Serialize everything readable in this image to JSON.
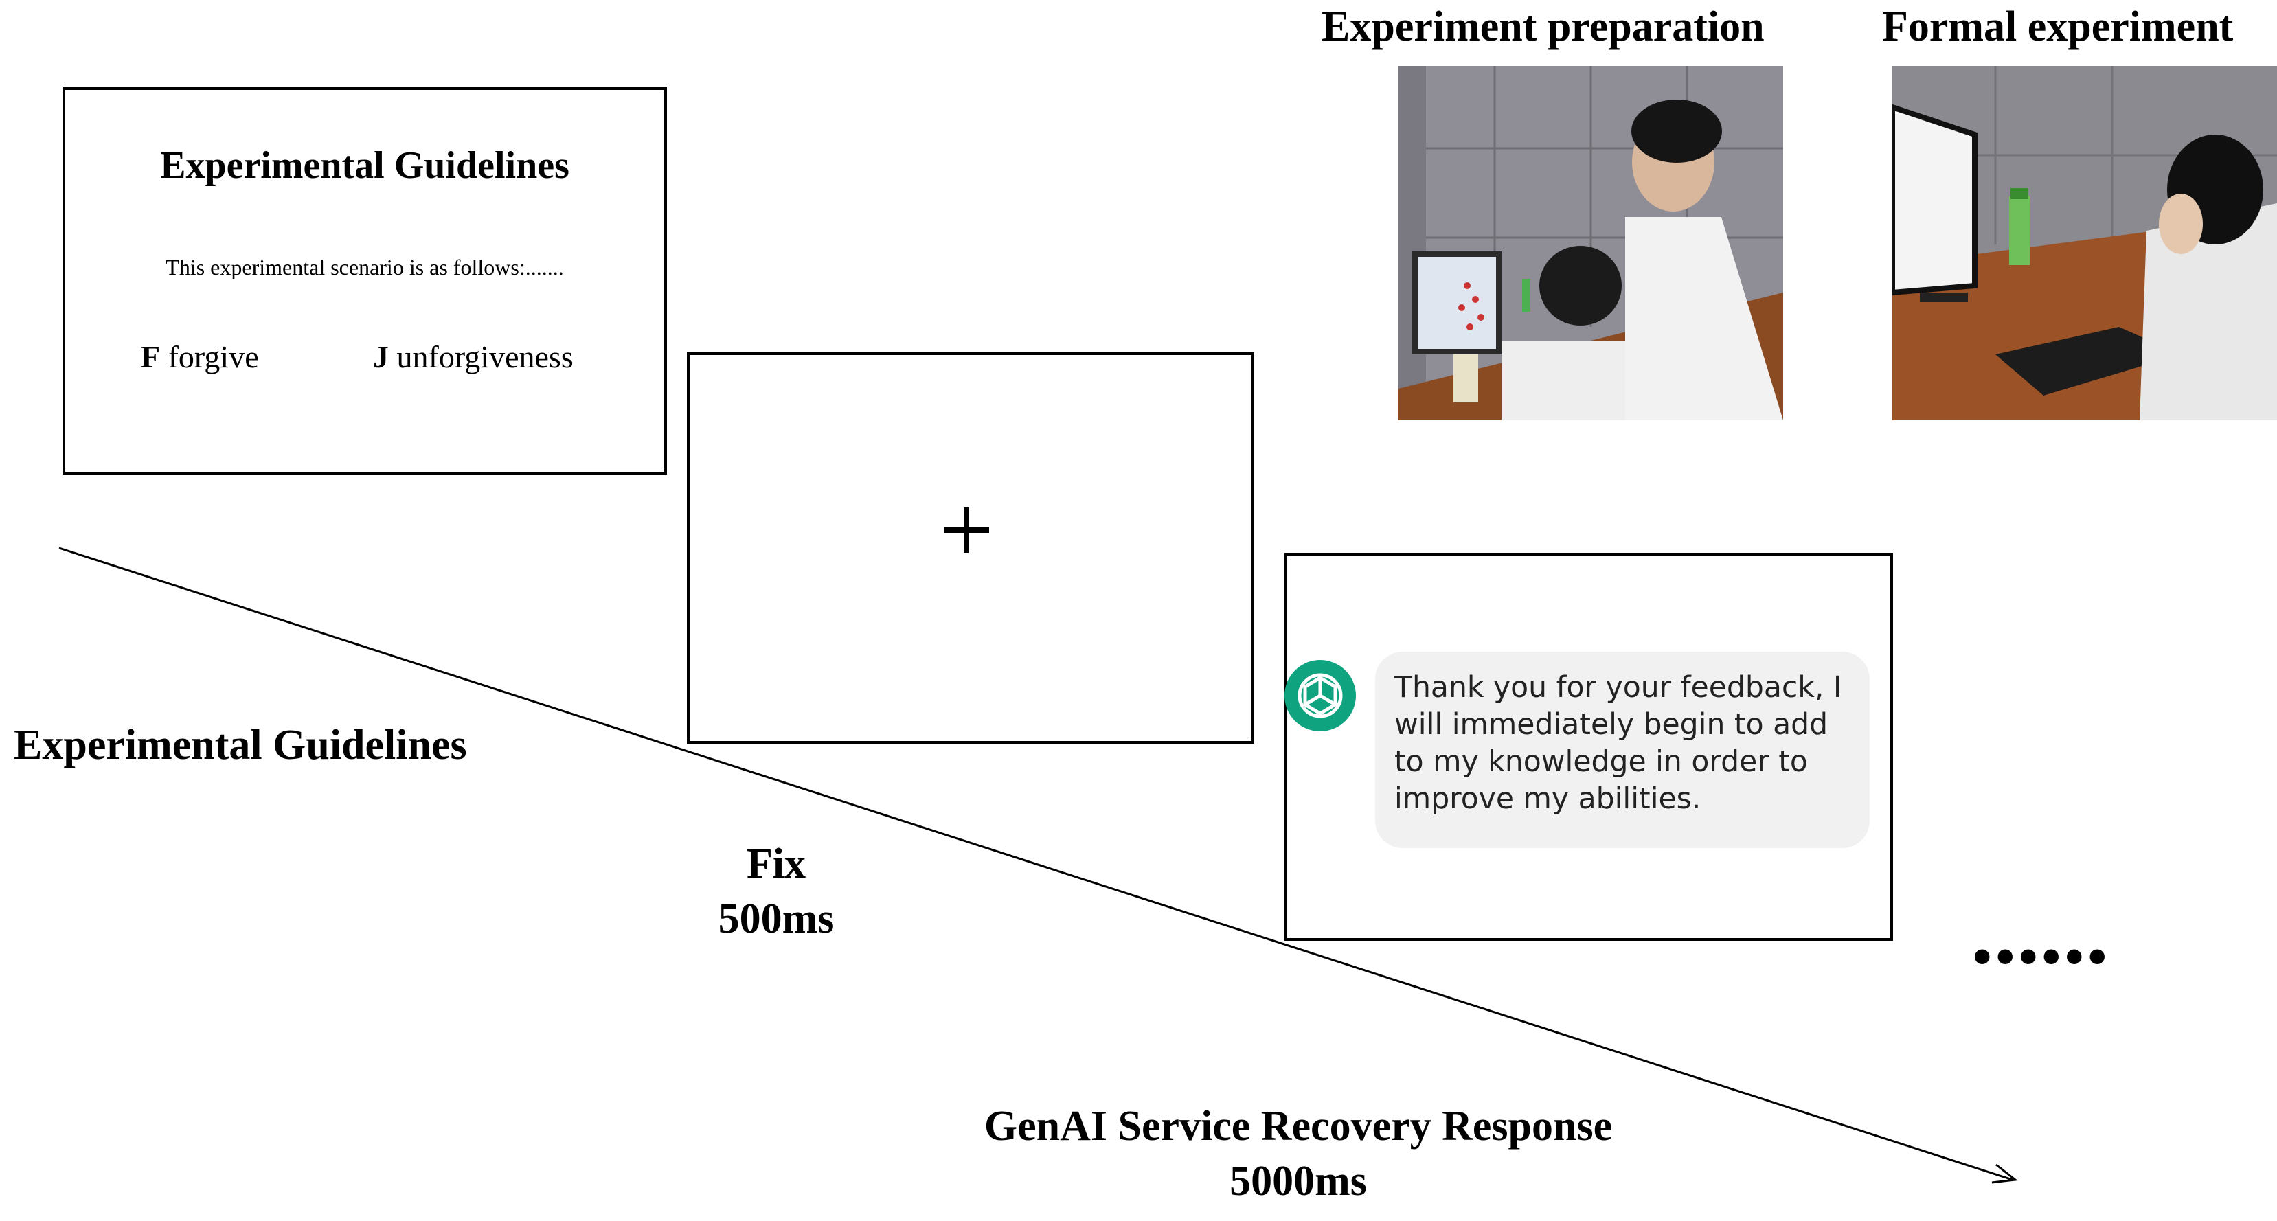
{
  "photos": {
    "prep_title": "Experiment preparation",
    "formal_title": "Formal experiment"
  },
  "guidelines_screen": {
    "title": "Experimental Guidelines",
    "scenario": "This experimental scenario is as follows:.......",
    "key_f": "F",
    "key_f_label": " forgive",
    "key_j": "J",
    "key_j_label": " unforgiveness"
  },
  "fix_screen": {
    "symbol": "+"
  },
  "response_screen": {
    "avatar_icon": "openai-logo-icon",
    "avatar_color": "#10a37f",
    "message_lines": [
      "Thank you for your feedback, I",
      "will immediately begin to add",
      "to my knowledge in order to",
      "improve my abilities."
    ]
  },
  "timeline": {
    "steps": [
      {
        "name": "Experimental Guidelines",
        "duration": ""
      },
      {
        "name": "Fix",
        "duration": "500ms"
      },
      {
        "name": "GenAI Service Recovery Response",
        "duration": "5000ms"
      }
    ],
    "continuation": "••••••"
  }
}
